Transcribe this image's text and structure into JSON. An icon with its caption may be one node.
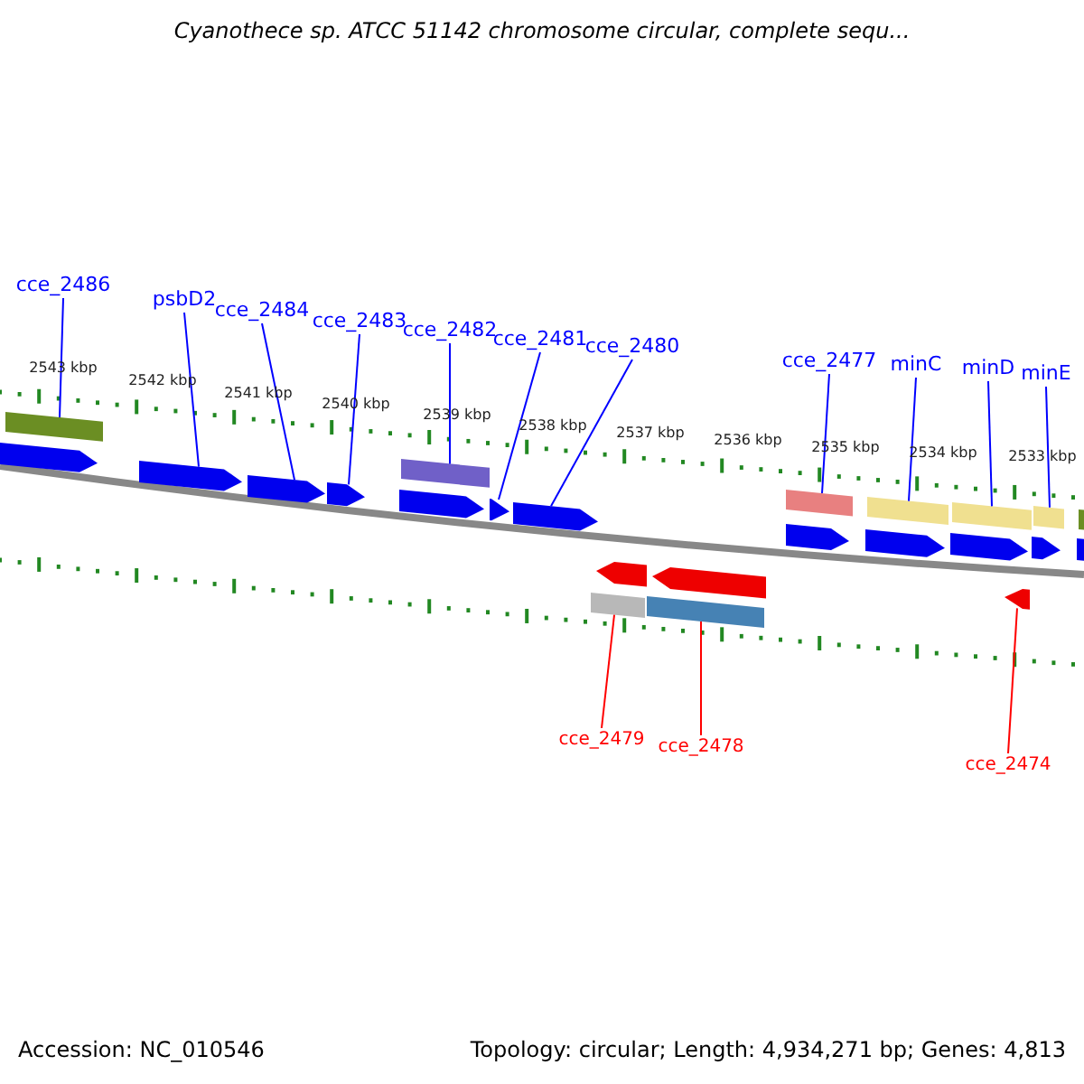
{
  "diagram": {
    "title": "Cyanothece sp. ATCC 51142 chromosome circular, complete sequ...",
    "nodes": [
      {
        "text": [
          "cce_2486"
        ]
      },
      {
        "text": [
          "psbD2"
        ]
      },
      {
        "text": [
          "cce_2484"
        ]
      },
      {
        "text": [
          "cce_2483"
        ]
      },
      {
        "text": [
          "cce_2482"
        ]
      },
      {
        "text": [
          "cce_2481"
        ]
      },
      {
        "text": [
          "cce_2480"
        ]
      },
      {
        "text": [
          "cce_2477"
        ]
      },
      {
        "text": [
          "minC"
        ]
      },
      {
        "text": [
          "minD"
        ]
      },
      {
        "text": [
          "minE"
        ]
      },
      {
        "text": [
          "cce_2479"
        ]
      },
      {
        "text": [
          "cce_2478"
        ]
      },
      {
        "text": [
          "cce_2474"
        ]
      },
      {
        "text": [],
        "shape": "bar"
      },
      {
        "text": [],
        "shape": "bar"
      },
      {
        "text": [],
        "shape": "bar"
      },
      {
        "text": [],
        "shape": "bar"
      },
      {
        "text": [],
        "shape": "bar"
      },
      {
        "text": [],
        "shape": "bar"
      },
      {
        "text": [],
        "shape": "bar"
      },
      {
        "text": [],
        "shape": "bar"
      },
      {
        "text": [],
        "shape": "bar"
      },
      {
        "text": [],
        "shape": "bar"
      },
      {
        "text": [],
        "shape": "bar"
      },
      {
        "text": [],
        "shape": "bar"
      },
      {
        "text": [],
        "shape": "bar"
      },
      {
        "text": [],
        "shape": "bar"
      },
      {
        "text": [],
        "shape": "bar"
      },
      {
        "text": [],
        "shape": "bar"
      },
      {
        "text": [],
        "shape": "bar"
      },
      {
        "text": [],
        "shape": "bar"
      },
      {
        "text": [],
        "shape": "bar"
      },
      {
        "text": [],
        "shape": "bar"
      },
      {
        "text": [],
        "shape": "bar"
      },
      {
        "text": [],
        "shape": "bar"
      },
      {
        "text": [],
        "shape": "bar"
      },
      {
        "text": [],
        "shape": "bar"
      }
    ],
    "edges": [
      {
        "from": 0,
        "to": 15,
        "arrow": "none"
      },
      {
        "from": 1,
        "to": 16,
        "arrow": "none"
      },
      {
        "from": 2,
        "to": 17,
        "arrow": "none"
      },
      {
        "from": 3,
        "to": 18,
        "arrow": "none"
      },
      {
        "from": 4,
        "to": 20,
        "arrow": "none"
      },
      {
        "from": 5,
        "to": 21,
        "arrow": "none"
      },
      {
        "from": 6,
        "to": 22,
        "arrow": "none"
      },
      {
        "from": 7,
        "to": 28,
        "arrow": "none"
      },
      {
        "from": 8,
        "to": 30,
        "arrow": "none"
      },
      {
        "from": 9,
        "to": 32,
        "arrow": "none"
      },
      {
        "from": 10,
        "to": 35,
        "arrow": "none"
      },
      {
        "from": 11,
        "to": 23,
        "arrow": "none",
        "color": "#ff0000"
      },
      {
        "from": 12,
        "to": 25,
        "arrow": "none",
        "color": "#ff0000"
      },
      {
        "from": 13,
        "to": 33,
        "arrow": "none",
        "color": "#ff0000"
      }
    ],
    "labels": [
      "2543 kbp",
      "2542 kbp",
      "2541 kbp",
      "2540 kbp",
      "2539 kbp",
      "2538 kbp",
      "2537 kbp",
      "2536 kbp",
      "2535 kbp",
      "2534 kbp",
      "2533 kbp",
      "Accession: NC_010546",
      "Topology: circular; Length: 4,934,271 bp; Genes: 4,813"
    ]
  }
}
